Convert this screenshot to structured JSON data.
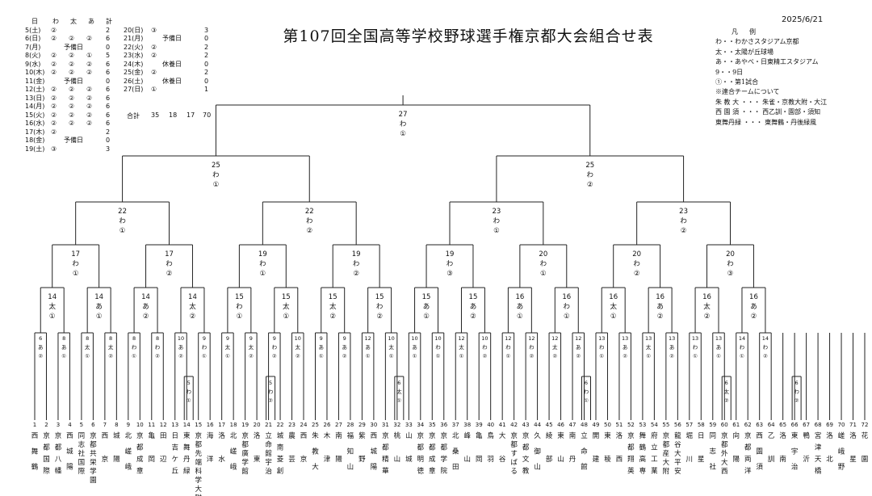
{
  "title": "第107回全国高等学校野球選手権京都大会組合せ表",
  "date": "2025/6/21",
  "legend": {
    "heading": "凡例",
    "lines": [
      "わ・・わかさスタジアム京都",
      "太・・太陽が丘球場",
      "あ・・あやべ・日東精工スタジアム",
      "9・・9日",
      "①・・第1試合",
      "※連合チームについて",
      "朱 教 大 ・・・ 朱雀・京教大附・大江",
      "西 園 須 ・・・ 西乙訓・園部・須知",
      "東舞丹緑 ・・・ 東舞鶴・丹後緑風"
    ]
  },
  "schedule": {
    "headers": [
      "日",
      "わ",
      "太",
      "あ",
      "計"
    ],
    "left": [
      {
        "d": "5(土)",
        "w": "②",
        "t": "",
        "a": "",
        "n": "2"
      },
      {
        "d": "6(日)",
        "w": "②",
        "t": "②",
        "a": "②",
        "n": "6"
      },
      {
        "d": "7(月)",
        "note": "予備日",
        "n": "0"
      },
      {
        "d": "8(火)",
        "w": "②",
        "t": "②",
        "a": "①",
        "n": "5"
      },
      {
        "d": "9(水)",
        "w": "②",
        "t": "②",
        "a": "②",
        "n": "6"
      },
      {
        "d": "10(木)",
        "w": "②",
        "t": "②",
        "a": "②",
        "n": "6"
      },
      {
        "d": "11(金)",
        "note": "予備日",
        "n": "0"
      },
      {
        "d": "12(土)",
        "w": "②",
        "t": "②",
        "a": "②",
        "n": "6"
      },
      {
        "d": "13(日)",
        "w": "②",
        "t": "②",
        "a": "②",
        "n": "6"
      },
      {
        "d": "14(月)",
        "w": "②",
        "t": "②",
        "a": "②",
        "n": "6"
      },
      {
        "d": "15(火)",
        "w": "②",
        "t": "②",
        "a": "②",
        "n": "6"
      },
      {
        "d": "16(水)",
        "w": "②",
        "t": "②",
        "a": "②",
        "n": "6"
      },
      {
        "d": "17(木)",
        "w": "②",
        "t": "",
        "a": "",
        "n": "2"
      },
      {
        "d": "18(金)",
        "note": "予備日",
        "n": "0"
      },
      {
        "d": "19(土)",
        "w": "③",
        "t": "",
        "a": "",
        "n": "3"
      }
    ],
    "right": [
      {
        "d": "20(日)",
        "w": "③",
        "n": "3"
      },
      {
        "d": "21(月)",
        "note": "予備日",
        "n": "0"
      },
      {
        "d": "22(火)",
        "w": "②",
        "n": "2"
      },
      {
        "d": "23(水)",
        "w": "②",
        "n": "2"
      },
      {
        "d": "24(木)",
        "note": "休養日",
        "n": "0"
      },
      {
        "d": "25(金)",
        "w": "②",
        "n": "2"
      },
      {
        "d": "26(土)",
        "note": "休養日",
        "n": "0"
      },
      {
        "d": "27(日)",
        "w": "①",
        "n": "1"
      }
    ],
    "total": {
      "label": "合計",
      "w": "35",
      "t": "18",
      "a": "17",
      "n": "70"
    }
  },
  "final": {
    "d": "27",
    "v": "わ",
    "g": "①"
  },
  "semis": [
    {
      "d": "25",
      "v": "わ",
      "g": "①"
    },
    {
      "d": "25",
      "v": "わ",
      "g": "②"
    }
  ],
  "quarters": [
    {
      "d": "22",
      "v": "わ",
      "g": "①"
    },
    {
      "d": "22",
      "v": "わ",
      "g": "②"
    },
    {
      "d": "23",
      "v": "わ",
      "g": "①"
    },
    {
      "d": "23",
      "v": "わ",
      "g": "②"
    }
  ],
  "r16": [
    {
      "d": "17",
      "v": "わ",
      "g": "①"
    },
    {
      "d": "17",
      "v": "わ",
      "g": "②"
    },
    {
      "d": "19",
      "v": "わ",
      "g": "①"
    },
    {
      "d": "19",
      "v": "わ",
      "g": "②"
    },
    {
      "d": "19",
      "v": "わ",
      "g": "③"
    },
    {
      "d": "20",
      "v": "わ",
      "g": "①"
    },
    {
      "d": "20",
      "v": "わ",
      "g": "②"
    },
    {
      "d": "20",
      "v": "わ",
      "g": "③"
    }
  ],
  "r32": [
    {
      "d": "14",
      "v": "太",
      "g": "①"
    },
    {
      "d": "14",
      "v": "あ",
      "g": "①"
    },
    {
      "d": "14",
      "v": "あ",
      "g": "②"
    },
    {
      "d": "14",
      "v": "太",
      "g": "②"
    },
    {
      "d": "15",
      "v": "わ",
      "g": "①"
    },
    {
      "d": "15",
      "v": "太",
      "g": "①"
    },
    {
      "d": "15",
      "v": "太",
      "g": "②"
    },
    {
      "d": "15",
      "v": "わ",
      "g": "②"
    },
    {
      "d": "15",
      "v": "あ",
      "g": "①"
    },
    {
      "d": "15",
      "v": "あ",
      "g": "②"
    },
    {
      "d": "16",
      "v": "あ",
      "g": "①"
    },
    {
      "d": "16",
      "v": "わ",
      "g": "①"
    },
    {
      "d": "16",
      "v": "太",
      "g": "①"
    },
    {
      "d": "16",
      "v": "あ",
      "g": "②"
    },
    {
      "d": "16",
      "v": "太",
      "g": "②"
    },
    {
      "d": "16",
      "v": "あ",
      "g": "②"
    }
  ],
  "r1": [
    {
      "d": "6",
      "v": "あ",
      "g": "②"
    },
    {
      "d": "8",
      "v": "あ",
      "g": "①"
    },
    {
      "d": "8",
      "v": "太",
      "g": "①"
    },
    {
      "d": "8",
      "v": "太",
      "g": "②"
    },
    {
      "d": "8",
      "v": "わ",
      "g": "①"
    },
    {
      "d": "8",
      "v": "わ",
      "g": "②"
    },
    {
      "d": "10",
      "v": "あ",
      "g": "②"
    },
    {
      "d": "9",
      "v": "わ",
      "g": "①"
    },
    {
      "d": "9",
      "v": "太",
      "g": "①"
    },
    {
      "d": "9",
      "v": "太",
      "g": "②"
    },
    {
      "d": "9",
      "v": "わ",
      "g": "②"
    },
    {
      "d": "10",
      "v": "太",
      "g": "②"
    },
    {
      "d": "9",
      "v": "あ",
      "g": "①"
    },
    {
      "d": "9",
      "v": "あ",
      "g": "②"
    },
    {
      "d": "12",
      "v": "あ",
      "g": "①"
    },
    {
      "d": "10",
      "v": "太",
      "g": "①"
    },
    {
      "d": "10",
      "v": "あ",
      "g": "①"
    },
    {
      "d": "10",
      "v": "わ",
      "g": "①"
    },
    {
      "d": "12",
      "v": "太",
      "g": "①"
    },
    {
      "d": "10",
      "v": "わ",
      "g": "②"
    },
    {
      "d": "12",
      "v": "わ",
      "g": "①"
    },
    {
      "d": "12",
      "v": "わ",
      "g": "②"
    },
    {
      "d": "12",
      "v": "太",
      "g": "②"
    },
    {
      "d": "12",
      "v": "あ",
      "g": "②"
    },
    {
      "d": "13",
      "v": "わ",
      "g": "①"
    },
    {
      "d": "13",
      "v": "あ",
      "g": "②"
    },
    {
      "d": "13",
      "v": "太",
      "g": "①"
    },
    {
      "d": "13",
      "v": "あ",
      "g": "②"
    },
    {
      "d": "13",
      "v": "わ",
      "g": "①"
    },
    {
      "d": "13",
      "v": "あ",
      "g": "①"
    },
    {
      "d": "14",
      "v": "わ",
      "g": "①"
    },
    {
      "d": "14",
      "v": "わ",
      "g": "②"
    }
  ],
  "prelims": [
    {
      "d": "5",
      "v": "わ",
      "g": "①"
    },
    {
      "d": "5",
      "v": "わ",
      "g": "②"
    },
    {
      "d": "6",
      "v": "太",
      "g": "①"
    },
    {
      "d": "6",
      "v": "わ",
      "g": "①"
    },
    {
      "d": "6",
      "v": "太",
      "g": "②"
    },
    {
      "d": "6",
      "v": "わ",
      "g": "②"
    },
    {
      "d": "6",
      "v": "あ",
      "g": "①"
    }
  ],
  "teams": [
    {
      "n": "1",
      "name": "西舞鶴"
    },
    {
      "n": "2",
      "name": "京都国際"
    },
    {
      "n": "3",
      "name": "京都八幡"
    },
    {
      "n": "4",
      "name": "西城陽"
    },
    {
      "n": "5",
      "name": "同志社国際"
    },
    {
      "n": "6",
      "name": "京都共栄学園"
    },
    {
      "n": "7",
      "name": "西京"
    },
    {
      "n": "8",
      "name": "城陽"
    },
    {
      "n": "9",
      "name": "北嵯峨"
    },
    {
      "n": "10",
      "name": "京都成章"
    },
    {
      "n": "11",
      "name": "亀岡"
    },
    {
      "n": "12",
      "name": "田辺"
    },
    {
      "n": "13",
      "name": "日吉ケ丘"
    },
    {
      "n": "14",
      "name": "東舞丹緑"
    },
    {
      "n": "15",
      "name": "京都先端科学大附"
    },
    {
      "n": "16",
      "name": "海洋"
    },
    {
      "n": "17",
      "name": "洛水"
    },
    {
      "n": "18",
      "name": "北嵯峨"
    },
    {
      "n": "19",
      "name": "京都廣学館"
    },
    {
      "n": "20",
      "name": "洛東"
    },
    {
      "n": "21",
      "name": "立命館宇治"
    },
    {
      "n": "22",
      "name": "城南菱創"
    },
    {
      "n": "23",
      "name": "農芸"
    },
    {
      "n": "24",
      "name": "西京"
    },
    {
      "n": "25",
      "name": "朱教大"
    },
    {
      "n": "26",
      "name": "木津"
    },
    {
      "n": "27",
      "name": "南陽"
    },
    {
      "n": "28",
      "name": "福知山"
    },
    {
      "n": "29",
      "name": "紫野"
    },
    {
      "n": "30",
      "name": "西城陽"
    },
    {
      "n": "31",
      "name": "京都精華"
    },
    {
      "n": "32",
      "name": "桃山"
    },
    {
      "n": "33",
      "name": "山城"
    },
    {
      "n": "34",
      "name": "京都明徳"
    },
    {
      "n": "35",
      "name": "京都成章"
    },
    {
      "n": "36",
      "name": "京都学院"
    },
    {
      "n": "37",
      "name": "北桑田"
    },
    {
      "n": "38",
      "name": "峰山"
    },
    {
      "n": "39",
      "name": "亀岡"
    },
    {
      "n": "40",
      "name": "鳥羽"
    },
    {
      "n": "41",
      "name": "大谷"
    },
    {
      "n": "42",
      "name": "京都すばる"
    },
    {
      "n": "43",
      "name": "京都文教"
    },
    {
      "n": "44",
      "name": "久御山"
    },
    {
      "n": "45",
      "name": "綾部"
    },
    {
      "n": "46",
      "name": "東山"
    },
    {
      "n": "47",
      "name": "南丹"
    },
    {
      "n": "48",
      "name": "立命館"
    },
    {
      "n": "49",
      "name": "開建"
    },
    {
      "n": "50",
      "name": "東稜"
    },
    {
      "n": "51",
      "name": "洛西"
    },
    {
      "n": "52",
      "name": "京都翔英"
    },
    {
      "n": "53",
      "name": "舞鶴高専"
    },
    {
      "n": "54",
      "name": "府立工業"
    },
    {
      "n": "55",
      "name": "京都産大附"
    },
    {
      "n": "56",
      "name": "龍谷大平安"
    },
    {
      "n": "57",
      "name": "堀川"
    },
    {
      "n": "58",
      "name": "日星"
    },
    {
      "n": "59",
      "name": "同志社"
    },
    {
      "n": "60",
      "name": "京都外大西"
    },
    {
      "n": "61",
      "name": "向陽"
    },
    {
      "n": "62",
      "name": "京都両洋"
    },
    {
      "n": "63",
      "name": "西園須"
    },
    {
      "n": "64",
      "name": "乙訓"
    },
    {
      "n": "65",
      "name": "洛南"
    },
    {
      "n": "66",
      "name": "東宇治"
    },
    {
      "n": "67",
      "name": "鴨沂"
    },
    {
      "n": "68",
      "name": "宮津天橋"
    },
    {
      "n": "69",
      "name": "洛北"
    },
    {
      "n": "70",
      "name": "嵯峨野"
    },
    {
      "n": "71",
      "name": "洛星"
    },
    {
      "n": "72",
      "name": "花園"
    }
  ]
}
